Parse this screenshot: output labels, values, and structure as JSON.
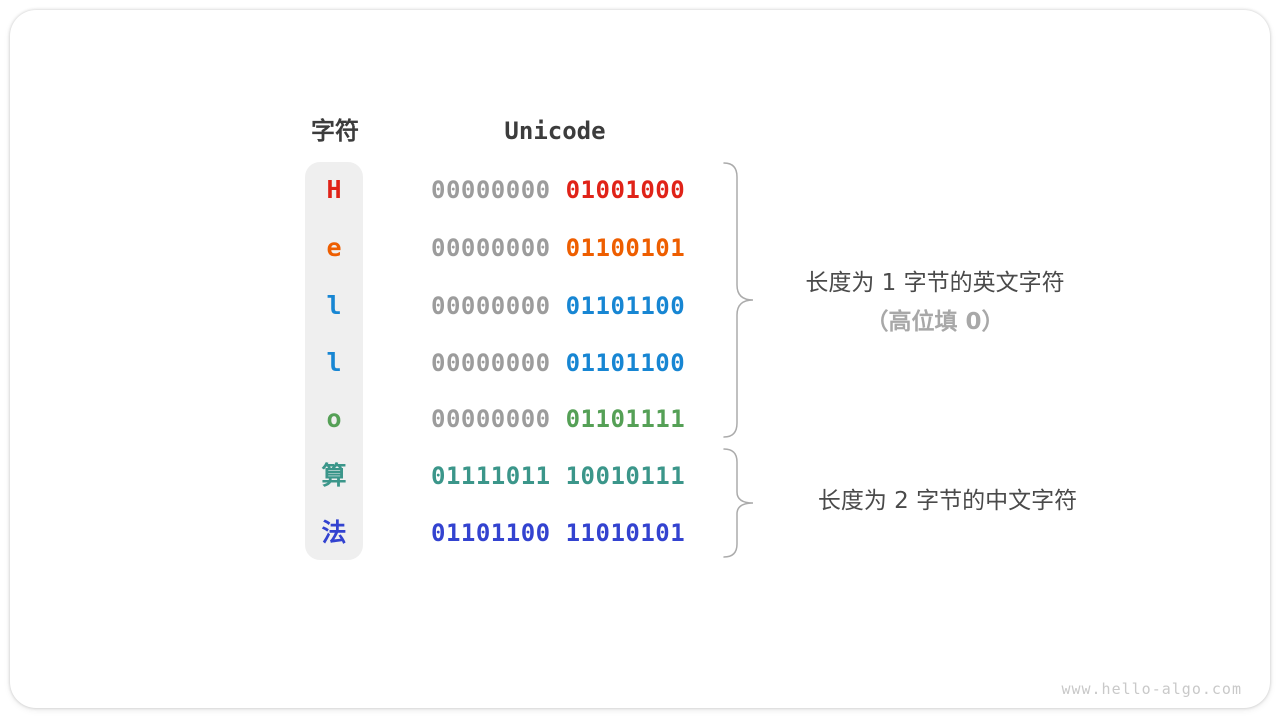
{
  "header": {
    "char_col": "字符",
    "unicode_col": "Unicode"
  },
  "rows": [
    {
      "char": "H",
      "byte_high": "00000000",
      "byte_low": "01001000",
      "color": "#e02318"
    },
    {
      "char": "e",
      "byte_high": "00000000",
      "byte_low": "01100101",
      "color": "#ee5e00"
    },
    {
      "char": "l",
      "byte_high": "00000000",
      "byte_low": "01101100",
      "color": "#1786d3"
    },
    {
      "char": "l",
      "byte_high": "00000000",
      "byte_low": "01101100",
      "color": "#1786d3"
    },
    {
      "char": "o",
      "byte_high": "00000000",
      "byte_low": "01101111",
      "color": "#55a056"
    },
    {
      "char": "算",
      "byte_high": "01111011",
      "byte_low": "10010111",
      "color": "#3b968a"
    },
    {
      "char": "法",
      "byte_high": "01101100",
      "byte_low": "11010101",
      "color": "#3343d0"
    }
  ],
  "annotations": [
    {
      "line1": "长度为 1 字节的英文字符",
      "line2": "（高位填 0）"
    },
    {
      "line1": "长度为 2 字节的中文字符"
    }
  ],
  "watermark": "www.hello-algo.com",
  "palette": {
    "header_text": "#3c3c3c",
    "char_column_bg": "#efefef",
    "muted_binary": "#9c9c9c",
    "brace": "#ababab",
    "annotation_dark": "#4a4a4a",
    "annotation_light": "#a8a8a8",
    "watermark": "#c9c9c9"
  }
}
